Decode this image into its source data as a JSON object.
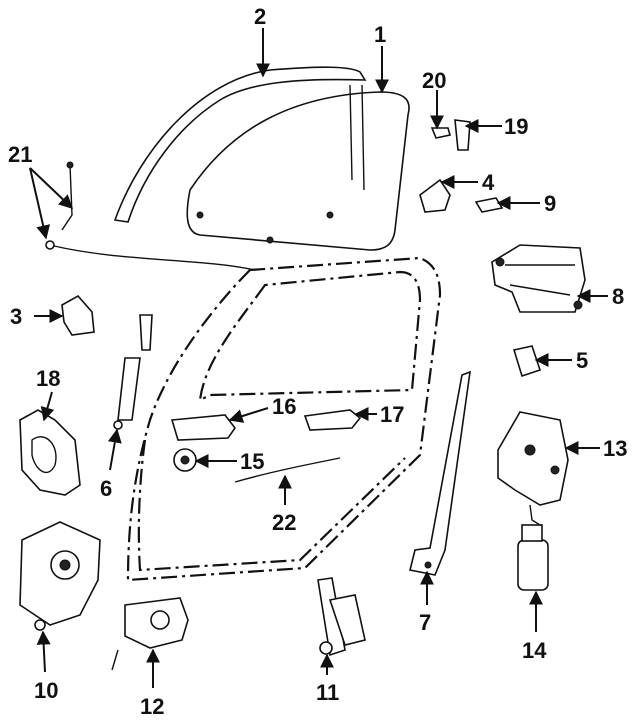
{
  "callouts": {
    "n1": "1",
    "n2": "2",
    "n3": "3",
    "n4": "4",
    "n5": "5",
    "n6": "6",
    "n7": "7",
    "n8": "8",
    "n9": "9",
    "n10": "10",
    "n11": "11",
    "n12": "12",
    "n13": "13",
    "n14": "14",
    "n15": "15",
    "n16": "16",
    "n17": "17",
    "n18": "18",
    "n19": "19",
    "n20": "20",
    "n21": "21",
    "n22": "22"
  },
  "colors": {
    "ink": "#111111",
    "background": "#ffffff"
  }
}
